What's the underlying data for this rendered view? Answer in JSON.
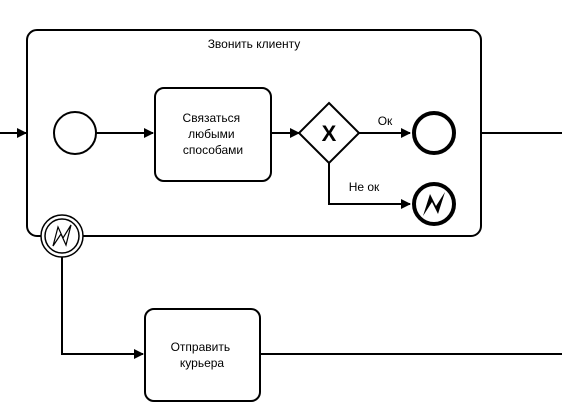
{
  "subprocess": {
    "title": "Звонить клиенту"
  },
  "tasks": {
    "contact": {
      "lines": [
        "Связаться",
        "любыми",
        "способами"
      ]
    },
    "courier": {
      "lines": [
        "Отправить",
        "курьера"
      ]
    }
  },
  "gateway": {
    "type": "exclusive",
    "symbol": "X"
  },
  "flows": {
    "ok_label": "Ок",
    "not_ok_label": "Не ок"
  },
  "events": {
    "start": "start-event",
    "end": "end-event",
    "error_end": "error-end-event",
    "boundary_error": "boundary-error-event"
  },
  "colors": {
    "stroke": "#000000",
    "fill": "#ffffff"
  }
}
